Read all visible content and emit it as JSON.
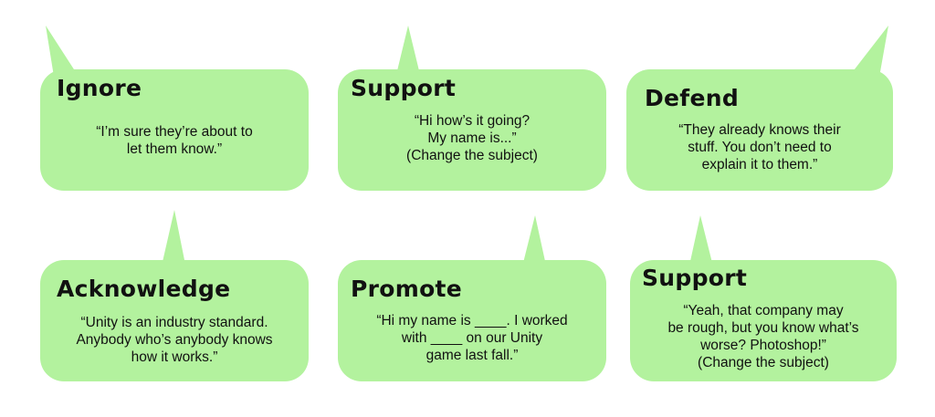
{
  "bubbles": [
    {
      "title": "Ignore",
      "lines": [
        "“I’m sure they’re about to",
        "let them know.”"
      ]
    },
    {
      "title": "Support",
      "lines": [
        "“Hi how’s it going?",
        "My name is...”",
        "(Change the subject)"
      ]
    },
    {
      "title": "Defend",
      "lines": [
        "“They already knows their",
        "stuff. You don’t need to",
        "explain it to them.”"
      ]
    },
    {
      "title": "Acknowledge",
      "lines": [
        "“Unity is an industry standard.",
        "Anybody who’s anybody knows",
        "how it works.”"
      ]
    },
    {
      "title": "Promote",
      "lines": [
        "“Hi my name is ____. I worked",
        "with ____ on our Unity",
        "game last fall.”"
      ]
    },
    {
      "title": "Support",
      "lines": [
        "“Yeah, that company may",
        "be rough, but you know what’s",
        "worse? Photoshop!”",
        "(Change the subject)"
      ]
    }
  ],
  "colors": {
    "bubble_fill": "#b3f29e",
    "text": "#111111"
  }
}
